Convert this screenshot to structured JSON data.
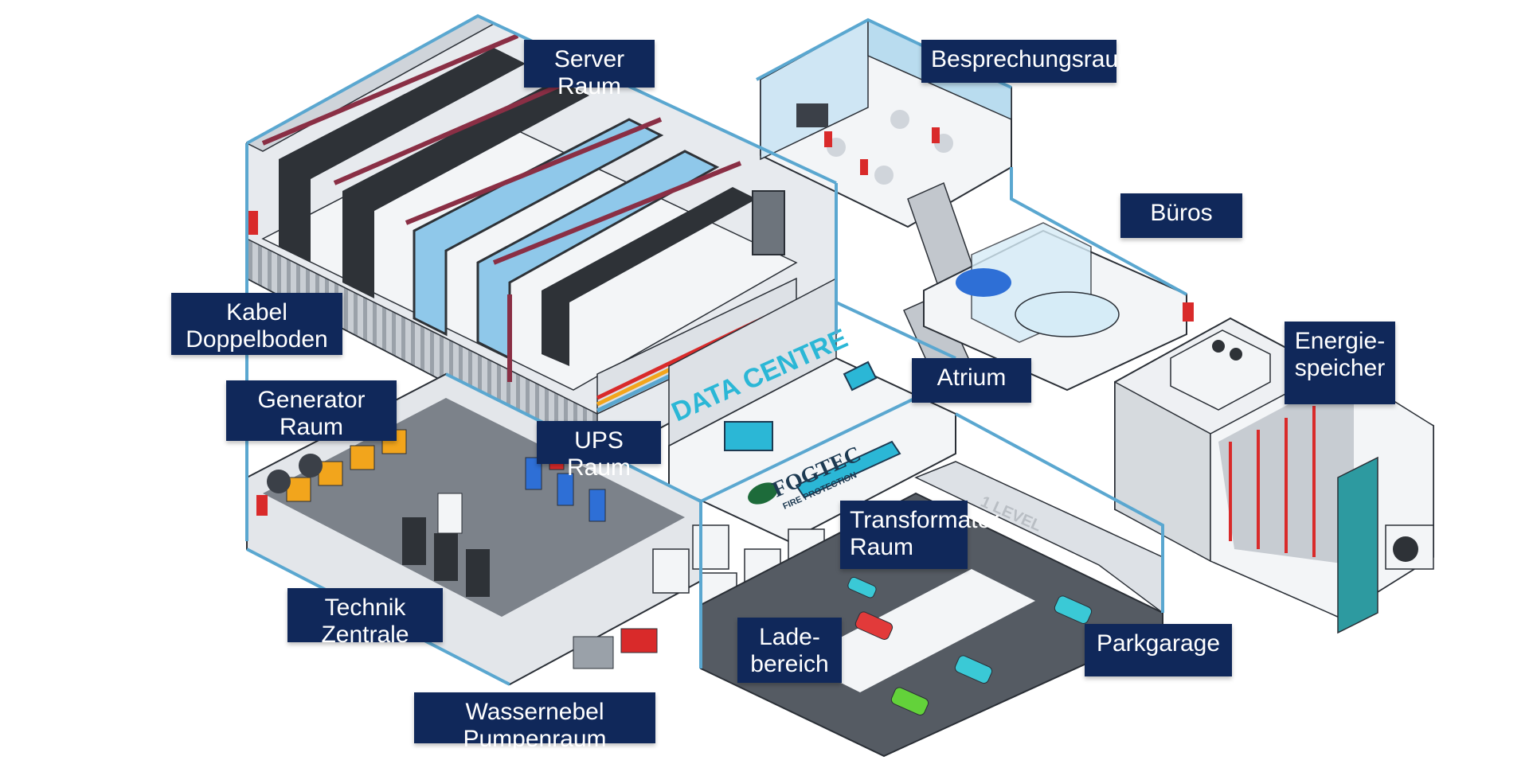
{
  "labels": {
    "server_raum": "Server Raum",
    "besprechungsraum": "Besprechungsraum",
    "bueros": "Büros",
    "kabel_doppelboden": "Kabel\nDoppelboden",
    "energiespeicher": "Energie-\nspeicher",
    "atrium": "Atrium",
    "generator_raum": "Generator Raum",
    "ups_raum": "UPS Raum",
    "transformator_raum": "Transformator\nRaum",
    "technik_zentrale": "Technik Zentrale",
    "ladebereich": "Lade-\nbereich",
    "parkgarage": "Parkgarage",
    "wassernebel_pumpenraum": "Wassernebel Pumpenraum"
  },
  "signage": {
    "data_centre": "DATA CENTRE",
    "brand": "FOGTEC",
    "brand_sub": "FIRE PROTECTION",
    "level": "1 LEVEL"
  },
  "colors": {
    "label_bg": "#10285a",
    "pipe": "#5aa7d0",
    "rack": "#2e3237",
    "server_glow": "#8fc8ea",
    "cable_tray": "#8a2f45",
    "generator": "#f2a51c",
    "ups": "#2e6fd6",
    "fire_red": "#d92a2a",
    "floor": "#eef0f3",
    "garage_floor": "#555b63",
    "car_red": "#e23a3a",
    "car_cyan": "#3ac9d6",
    "car_green": "#63d23a",
    "furniture_teal": "#2bb7d6"
  }
}
